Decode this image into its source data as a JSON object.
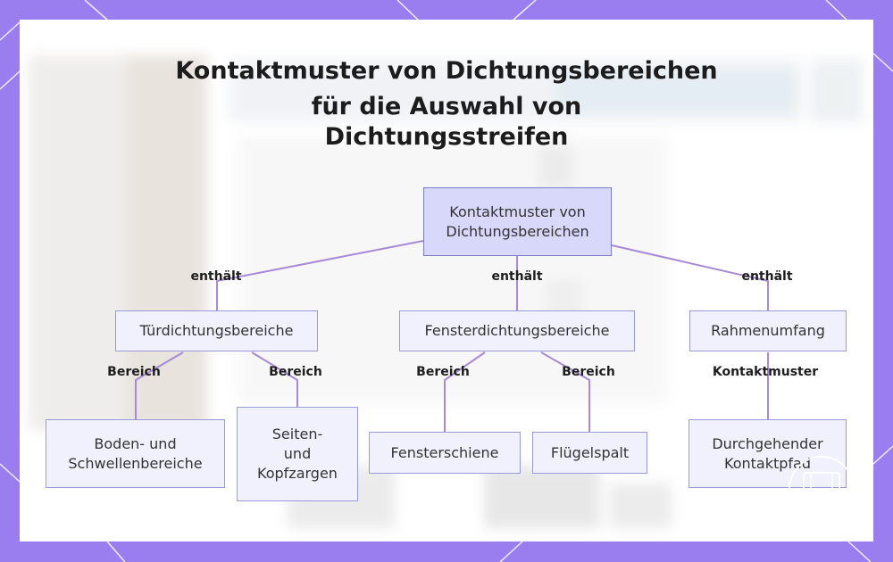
{
  "title": {
    "line1": "Kontaktmuster von Dichtungsbereichen",
    "line2": "für die Auswahl von",
    "line3": "Dichtungsstreifen"
  },
  "nodes": {
    "root": "Kontaktmuster von Dichtungsbereichen",
    "door": "Türdichtungsbereiche",
    "window": "Fensterdichtungsbereiche",
    "frame": "Rahmenumfang",
    "bottom_threshold": "Boden- und Schwellenbereiche",
    "side_head": "Seiten- und Kopfzargen",
    "window_track": "Fensterschiene",
    "sash_gap": "Flügelspalt",
    "continuous_path": "Durchgehender Kontaktpfad"
  },
  "edge_labels": {
    "root_door": "enthält",
    "root_window": "enthält",
    "root_frame": "enthält",
    "door_bottom": "Bereich",
    "door_side": "Bereich",
    "window_track": "Bereich",
    "window_sash": "Bereich",
    "frame_path": "Kontaktmuster"
  },
  "colors": {
    "background": "#9a7ef0",
    "node_fill": "#f1f1fd",
    "root_fill": "#d8d8fb",
    "connector": "#a68ad6"
  }
}
